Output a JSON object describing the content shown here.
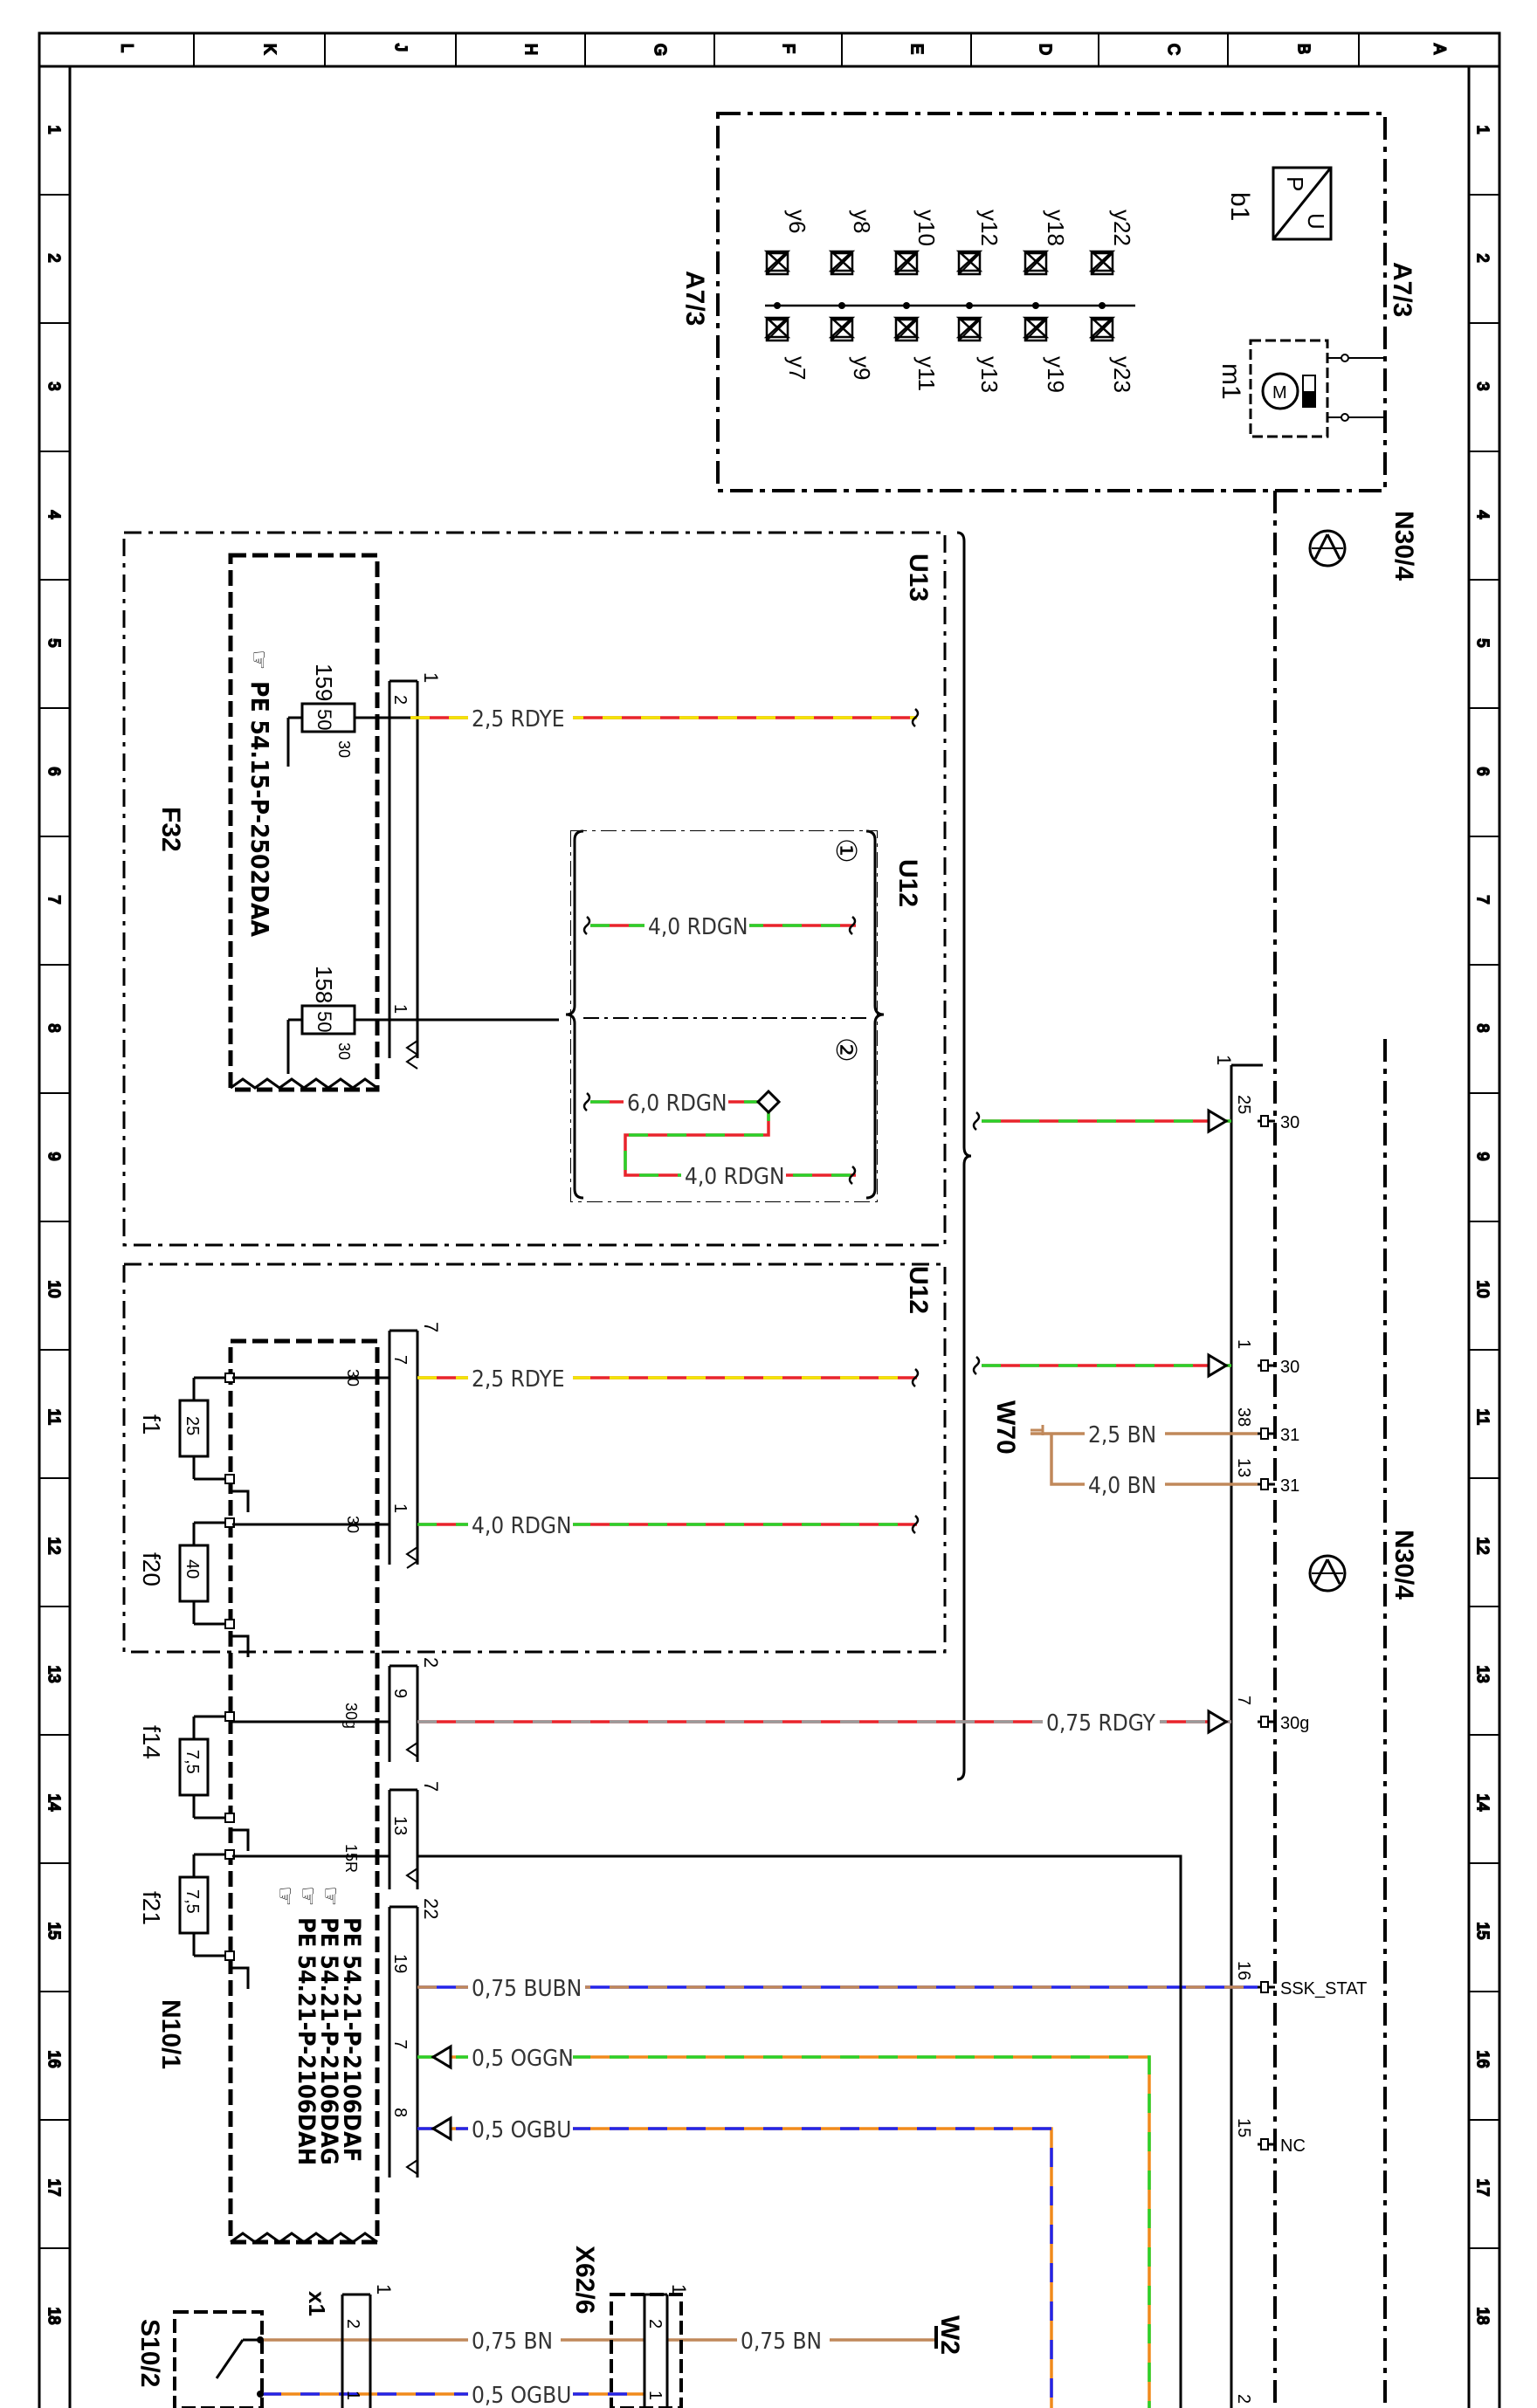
{
  "frame": {
    "column_letters": [
      "L",
      "K",
      "J",
      "H",
      "G",
      "F",
      "E",
      "D",
      "C",
      "B",
      "A"
    ],
    "row_numbers": [
      "1",
      "2",
      "3",
      "4",
      "5",
      "6",
      "7",
      "8",
      "9",
      "10",
      "11",
      "12",
      "13",
      "14",
      "15",
      "16",
      "17",
      "18"
    ]
  },
  "components": {
    "a7_3": {
      "label": "A7/3",
      "pressure_sensor": "b1",
      "motor": "m1",
      "valves_top": [
        "y6",
        "y8",
        "y10",
        "y12",
        "y18",
        "y22"
      ],
      "valves_bottom": [
        "y7",
        "y9",
        "y11",
        "y13",
        "y19",
        "y23"
      ]
    },
    "n30_4": {
      "label": "N30/4"
    },
    "f32": {
      "label": "F32",
      "ref": "PE 54.15-P-2502DAA",
      "fuse_159": {
        "id": "159",
        "rating": "50",
        "term": "30"
      },
      "fuse_158": {
        "id": "158",
        "rating": "50",
        "term": "30"
      }
    },
    "u13": {
      "label": "U13"
    },
    "u12": {
      "label": "U12",
      "variant1": "①",
      "variant2": "②"
    },
    "n10_1": {
      "label": "N10/1",
      "refs": [
        "PE 54.21-P-2106DAF",
        "PE 54.21-P-2106DAG",
        "PE 54.21-P-2106DAH"
      ],
      "fuses": [
        {
          "id": "f1",
          "rating": "25"
        },
        {
          "id": "f20",
          "rating": "40"
        },
        {
          "id": "f14",
          "rating": "7,5"
        },
        {
          "id": "f21",
          "rating": "7,5"
        }
      ]
    },
    "w70": {
      "label": "W70"
    },
    "x62_6": {
      "label": "X62/6"
    },
    "s10_2": {
      "label": "S10/2"
    },
    "x1": {
      "label": "x1"
    },
    "w2": {
      "label": "W2"
    }
  },
  "connector_labels": {
    "f32_conn": "1",
    "f32_pin_upper": "2",
    "f32_pin_lower": "1",
    "n10_c1": "7",
    "n10_c1_pin": "7",
    "n10_c1_pin_term": "30",
    "n10_c1_pin2": "1",
    "n10_c1_pin2_term": "30",
    "n10_c2": "2",
    "n10_c2_pin": "9",
    "n10_c2_term": "30g",
    "n10_c3": "7",
    "n10_c3_pin": "13",
    "n10_c3_term": "15R",
    "n10_c4": "22",
    "n10_c4_pin19": "19",
    "n10_c4_pin7": "7",
    "n10_c4_pin8": "8",
    "n30_conn": "1",
    "n30_pin25": "25",
    "n30_term30a": "30",
    "n30_pin1": "1",
    "n30_term30b": "30",
    "n30_pin38": "38",
    "n30_term31a": "31",
    "n30_pin13": "13",
    "n30_term31b": "31",
    "n30_pin7": "7",
    "n30_term30g": "30g",
    "n30_pin16": "16",
    "n30_term_ssk": "SSK_STAT",
    "n30_pin15": "15",
    "n30_term_nc": "NC",
    "x1_conn": "1",
    "x1_pin2": "2",
    "x1_pin1": "1",
    "x62_conn": "1",
    "x62_pin2": "2",
    "x62_pin1": "1",
    "n30_bottom_pin": "2"
  },
  "wires": [
    {
      "id": "w-rdye-top",
      "label": "2,5 RDYE",
      "colors": [
        "#e8242b",
        "#f2e600"
      ]
    },
    {
      "id": "w-u12-1",
      "label": "4,0 RDGN",
      "colors": [
        "#e8242b",
        "#2ad12a"
      ]
    },
    {
      "id": "w-u12-2a",
      "label": "6,0 RDGN",
      "colors": [
        "#e8242b",
        "#2ad12a"
      ]
    },
    {
      "id": "w-u12-2b",
      "label": "4,0 RDGN",
      "colors": [
        "#e8242b",
        "#2ad12a"
      ]
    },
    {
      "id": "w-rdye-mid",
      "label": "2,5 RDYE",
      "colors": [
        "#e8242b",
        "#f2e600"
      ]
    },
    {
      "id": "w-rdgn-mid",
      "label": "4,0 RDGN",
      "colors": [
        "#e8242b",
        "#2ad12a"
      ]
    },
    {
      "id": "w-bn-1",
      "label": "2,5 BN",
      "colors": [
        "#c0885a"
      ]
    },
    {
      "id": "w-bn-2",
      "label": "4,0 BN",
      "colors": [
        "#c0885a"
      ]
    },
    {
      "id": "w-rdgy",
      "label": "0,75 RDGY",
      "colors": [
        "#e8242b",
        "#9a9a9a"
      ]
    },
    {
      "id": "w-bubn",
      "label": "0,75 BUBN",
      "colors": [
        "#2424e8",
        "#c0885a"
      ]
    },
    {
      "id": "w-oggn",
      "label": "0,5 OGGN",
      "colors": [
        "#f08a1c",
        "#2ad12a"
      ]
    },
    {
      "id": "w-ogbu",
      "label": "0,5 OGBU",
      "colors": [
        "#f08a1c",
        "#2424e8"
      ]
    },
    {
      "id": "w-bn-x1",
      "label": "0,75 BN",
      "colors": [
        "#c0885a"
      ]
    },
    {
      "id": "w-bn-w2",
      "label": "0,75 BN",
      "colors": [
        "#c0885a"
      ]
    },
    {
      "id": "w-ogbu-x1",
      "label": "0,5 OGBU",
      "colors": [
        "#f08a1c",
        "#2424e8"
      ]
    }
  ]
}
